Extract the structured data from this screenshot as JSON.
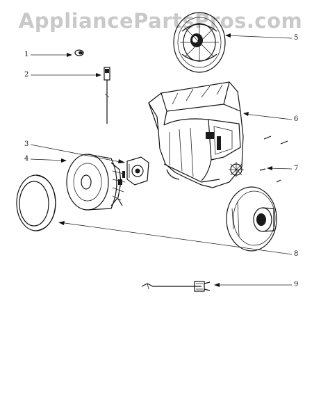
{
  "watermark": "AppliancePartsPros.com",
  "callouts": [
    {
      "id": "1",
      "text": "1"
    },
    {
      "id": "2",
      "text": "2"
    },
    {
      "id": "3",
      "text": "3"
    },
    {
      "id": "4",
      "text": "4"
    },
    {
      "id": "5",
      "text": "5"
    },
    {
      "id": "6",
      "text": "6"
    },
    {
      "id": "7",
      "text": "7"
    },
    {
      "id": "8",
      "text": "8"
    },
    {
      "id": "9",
      "text": "9"
    }
  ],
  "colors": {
    "ink": "#111111",
    "watermark": "#c9c9c9",
    "background": "#ffffff"
  }
}
